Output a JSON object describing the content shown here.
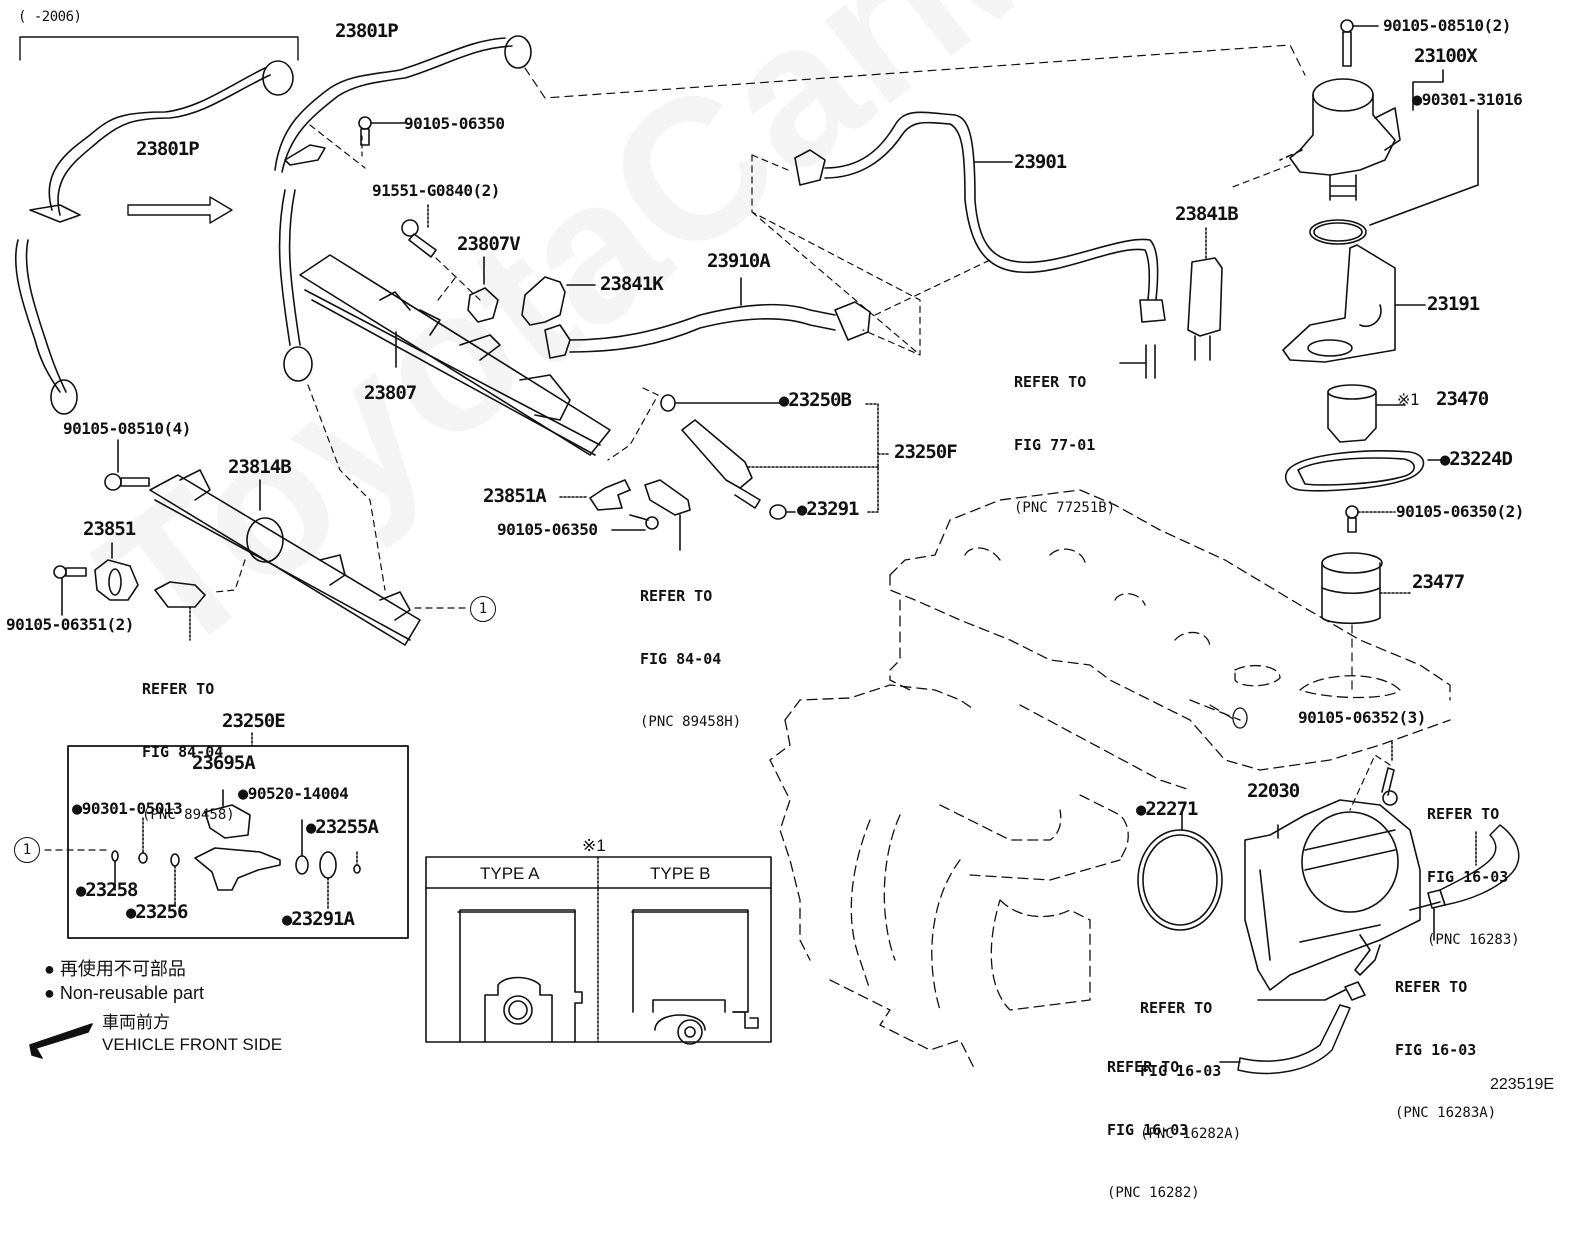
{
  "figure_id": "223519E",
  "watermark": "ToyotaCarMine.ru",
  "year_range_note": "(      -2006)",
  "legend": {
    "non_reusable_jp": "再使用不可部品",
    "non_reusable_en": "Non-reusable part",
    "front_jp": "車両前方",
    "front_en": "VEHICLE FRONT SIDE"
  },
  "type_box": {
    "marker": "※1",
    "type_a": "TYPE A",
    "type_b": "TYPE B"
  },
  "circle_ref": "1",
  "parts": {
    "p23801P_old": "23801P",
    "p23801P_new": "23801P",
    "p90105_06350_top": "90105-06350",
    "p91551_G0840": "91551-G0840(2)",
    "p23807V": "23807V",
    "p23807": "23807",
    "p23841K": "23841K",
    "p23910A": "23910A",
    "p23901": "23901",
    "p23841B": "23841B",
    "p90105_08510_2": "90105-08510(2)",
    "p23100X": "23100X",
    "p90301_31016": "90301-31016",
    "p23191": "23191",
    "p23470_marker": "※1",
    "p23470": "23470",
    "p23224D": "23224D",
    "p90105_06350_2": "90105-06350(2)",
    "p23477": "23477",
    "p90105_06352_3": "90105-06352(3)",
    "p22030": "22030",
    "p22271": "22271",
    "p90105_08510_4": "90105-08510(4)",
    "p23814B": "23814B",
    "p23851": "23851",
    "p90105_06351_2": "90105-06351(2)",
    "p23250B": "23250B",
    "p23250F": "23250F",
    "p23291": "23291",
    "p23851A": "23851A",
    "p90105_06350_mid": "90105-06350",
    "p23250E": "23250E",
    "p23695A": "23695A",
    "p90301_05013": "90301-05013",
    "p90520_14004": "90520-14004",
    "p23255A": "23255A",
    "p23258": "23258",
    "p23256": "23256",
    "p23291A": "23291A"
  },
  "refers": {
    "fig77": {
      "line1": "REFER TO",
      "line2": "FIG 77-01",
      "pnc": "(PNC 77251B)"
    },
    "fig84_h": {
      "line1": "REFER TO",
      "line2": "FIG 84-04",
      "pnc": "(PNC 89458H)"
    },
    "fig84": {
      "line1": "REFER TO",
      "line2": "FIG 84-04",
      "pnc": "(PNC 89458)"
    },
    "fig16_16283": {
      "line1": "REFER TO",
      "line2": "FIG 16-03",
      "pnc": "(PNC 16283)"
    },
    "fig16_16283A": {
      "line1": "REFER TO",
      "line2": "FIG 16-03",
      "pnc": "(PNC 16283A)"
    },
    "fig16_16282A": {
      "line1": "REFER TO",
      "line2": "FIG 16-03",
      "pnc": "(PNC 16282A)"
    },
    "fig16_16282": {
      "line1": "REFER TO",
      "line2": "FIG 16-03",
      "pnc": "(PNC 16282)"
    }
  }
}
